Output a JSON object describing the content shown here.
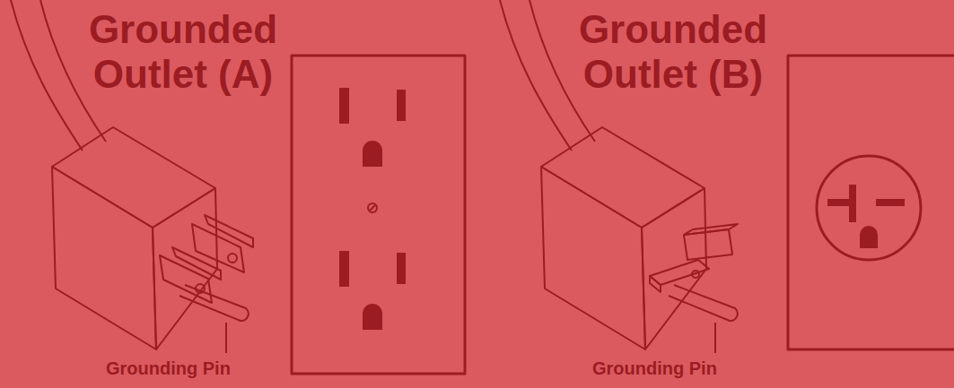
{
  "diagram": {
    "labels": [
      "Grounded Outlet (A)",
      "Grounding Pin",
      "Grounded Outlet (B)",
      "Grounding Pin"
    ]
  }
}
